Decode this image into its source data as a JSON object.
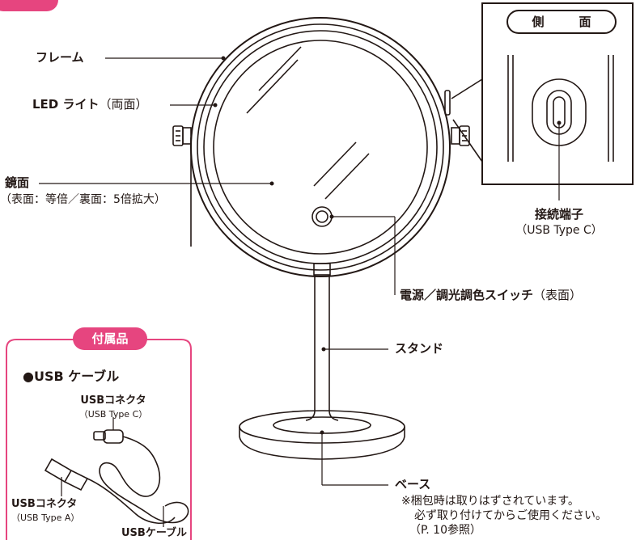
{
  "side_view": {
    "title": "側　面",
    "connector_label": "接続端子",
    "connector_type": "（USB Type C）"
  },
  "callouts": {
    "frame": "フレーム",
    "led_light": "LED ライト",
    "led_light_note": "（両面）",
    "mirror": "鏡面",
    "mirror_note": "（表面：等倍／裏面：5倍拡大）",
    "switch": "電源／調光調色スイッチ",
    "switch_note": "（表面）",
    "stand": "スタンド",
    "base": "ベース",
    "base_note_1": "※梱包時は取りはずされています。",
    "base_note_2": "必ず取り付けてからご使用ください。",
    "base_note_3": "（P. 10参照）"
  },
  "accessories": {
    "tag": "付属品",
    "heading": "●USB ケーブル",
    "connector_c": "USBコネクタ",
    "connector_c_type": "（USB Type C）",
    "connector_a": "USBコネクタ",
    "connector_a_type": "（USB Type A）",
    "cable": "USBケーブル"
  },
  "colors": {
    "accent": "#e6457f",
    "line": "#231815"
  }
}
